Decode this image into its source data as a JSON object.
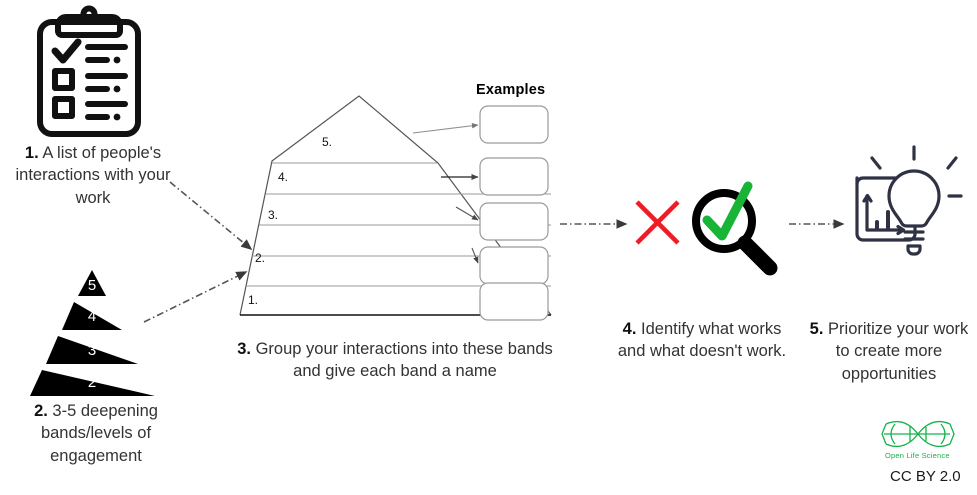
{
  "diagram": {
    "title_hidden": "",
    "steps": [
      {
        "number": "1.",
        "text": " A list of people's interactions with your work",
        "icon": "clipboard-checklist-icon"
      },
      {
        "number": "2.",
        "text": "  3-5 deepening bands/levels of engagement",
        "icon": "black-pyramid-icon"
      },
      {
        "number": "3.",
        "text": " Group your interactions into these bands and give each band a name",
        "icon": "banded-pyramid-icon"
      },
      {
        "number": "4.",
        "text": " Identify what works and what doesn't work.",
        "icon": "magnifier-check-cross-icon"
      },
      {
        "number": "5.",
        "text": " Prioritize your work to create more opportunities",
        "icon": "lightbulb-chart-icon"
      }
    ]
  },
  "mini_pyramid": {
    "levels": [
      "5",
      "4",
      "3",
      "2"
    ],
    "fill_color": "#000000",
    "text_color": "#ffffff"
  },
  "big_pyramid": {
    "band_labels": [
      "1.",
      "2.",
      "3.",
      "4.",
      "5."
    ],
    "stroke_color": "#808080",
    "outline_color": "#555555"
  },
  "examples": {
    "heading": "Examples",
    "boxes": [
      "",
      "",
      "",
      "",
      ""
    ],
    "box_count": 5,
    "box_border_color": "#9a9a9a"
  },
  "evaluate": {
    "cross_color": "#ee1c25",
    "check_color": "#18b436",
    "magnifier_color": "#000000"
  },
  "prioritize": {
    "icon_color": "#2f3244"
  },
  "footer": {
    "logo_text": "Open Life Science",
    "logo_color": "#15b34a",
    "license": "CC BY 2.0"
  }
}
